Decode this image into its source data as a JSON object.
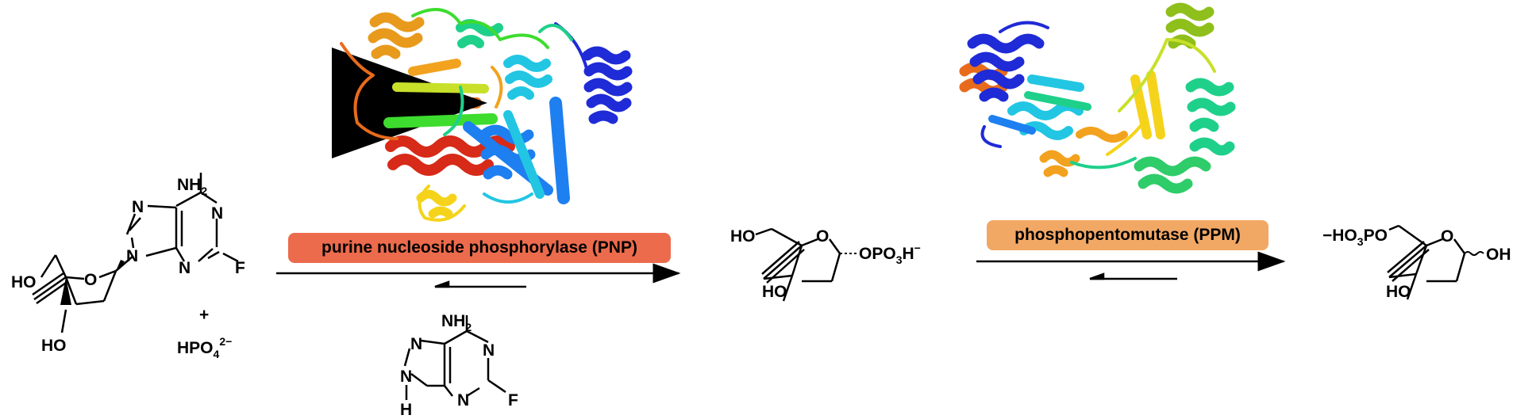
{
  "colors": {
    "pnp_box": "#ec6b4c",
    "ppm_box": "#f2a865",
    "ribbon_palette": [
      "#1f2bd6",
      "#1d7ff0",
      "#22c6e3",
      "#1fd08a",
      "#3ddc2e",
      "#c8e02a",
      "#f5d31a",
      "#f2a21e",
      "#e86b1c",
      "#d72a18"
    ]
  },
  "enzymes": {
    "pnp_label": "purine nucleoside phosphorylase (PNP)",
    "ppm_label": "phosphopentomutase (PPM)"
  },
  "reactant": {
    "nh2": "NH",
    "nh2_sub": "2",
    "n_top": "N",
    "n_right": "N",
    "n_left": "N",
    "n_bottom": "N",
    "f": "F",
    "ho": "HO",
    "oh": "HO",
    "o_ring": "O",
    "plus": "+",
    "phosphate": "HPO",
    "phosphate_sub": "4",
    "phosphate_sup": "2−"
  },
  "byproduct": {
    "nh2": "NH",
    "nh2_sub": "2",
    "n_top": "N",
    "n_right": "N",
    "n_bottom": "N",
    "nh": "N",
    "h": "H",
    "f": "F"
  },
  "intermediate": {
    "ho": "HO",
    "o_ring": "O",
    "opo3h": "OPO",
    "opo3h_sub": "3",
    "opo3h_h": "H",
    "opo3h_sup": "−",
    "oh": "HO"
  },
  "product": {
    "ho3po": "−HO",
    "ho3po_sub": "3",
    "ho3po_po": "PO",
    "o_ring": "O",
    "oh_right": "OH",
    "oh": "HO"
  },
  "icons": {
    "protein_left": "protein-ribbon-pnp",
    "protein_right": "protein-ribbon-ppm",
    "forward_arrow": "equilibrium-forward-arrow",
    "reverse_arrow": "equilibrium-reverse-arrow"
  }
}
